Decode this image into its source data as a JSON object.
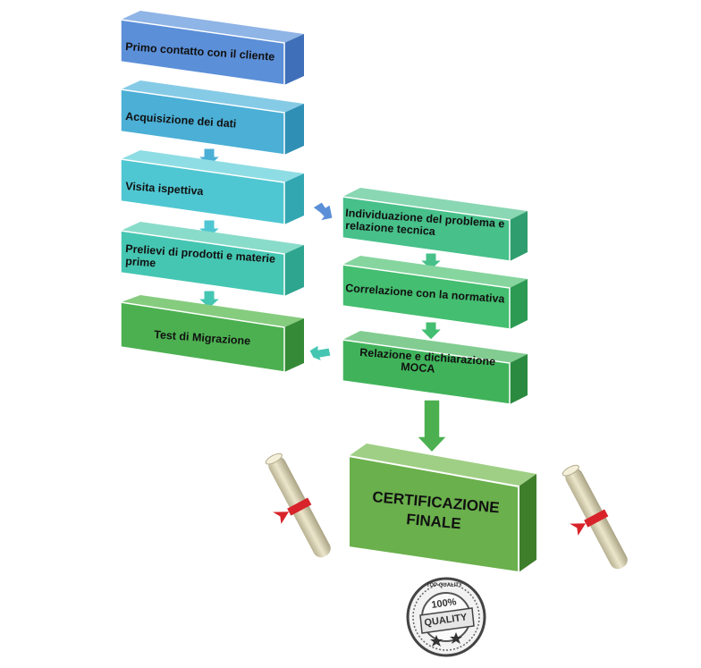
{
  "diagram": {
    "left_column": [
      {
        "id": "primo",
        "label": "Primo contatto con il cliente",
        "color": "#5B8FD8"
      },
      {
        "id": "acquisizione",
        "label": "Acquisizione dei dati",
        "color": "#4BAFD6"
      },
      {
        "id": "visita",
        "label": "Visita ispettiva",
        "color": "#4FC7D2"
      },
      {
        "id": "prelievi",
        "label_lines": [
          "Prelievi di prodotti e materie",
          "prime"
        ],
        "color": "#45C6B2"
      },
      {
        "id": "test",
        "label": "Test di Migrazione",
        "color": "#4CB050"
      }
    ],
    "right_column": [
      {
        "id": "individuazione",
        "label_lines": [
          "Individuazione del problema e",
          "relazione tecnica"
        ],
        "color": "#47C08A"
      },
      {
        "id": "correlazione",
        "label": "Correlazione con la normativa",
        "color": "#44BE70"
      },
      {
        "id": "relazione",
        "label_lines": [
          "Relazione e dichiarazione",
          "MOCA"
        ],
        "color": "#40B35A"
      }
    ],
    "final": {
      "label_lines": [
        "CERTIFICAZIONE",
        "FINALE"
      ],
      "color": "#6AB04C"
    },
    "seal": {
      "line1": "100%",
      "line2": "QUALITY",
      "ring_text": "TOP QUALITY"
    },
    "colors": {
      "blue_arrow": "#5B8FD8",
      "teal_arrow": "#4FC7D2",
      "green_arrow": "#4CB050",
      "ribbon": "#D8232A",
      "scroll": "#D9D2B2"
    }
  }
}
